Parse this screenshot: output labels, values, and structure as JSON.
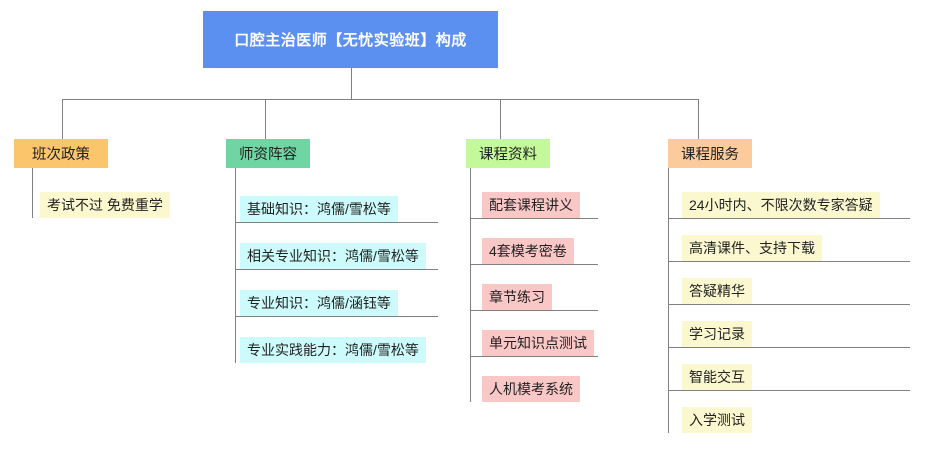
{
  "diagram": {
    "type": "organization-tree",
    "root": {
      "label": "口腔主治医师【无忧实验班】构成",
      "bg_color": "#5b8ff0",
      "text_color": "#ffffff"
    },
    "connector_color": "#808080",
    "branches": [
      {
        "label": "班次政策",
        "bg_color": "#fbc56c",
        "items": [
          {
            "label": "考试不过 免费重学",
            "bg_color": "#fbf8cf"
          }
        ]
      },
      {
        "label": "师资阵容",
        "bg_color": "#6fd6a3",
        "items": [
          {
            "label": "基础知识：鸿儒/雪松等",
            "bg_color": "#cdfbfb"
          },
          {
            "label": "相关专业知识：鸿儒/雪松等",
            "bg_color": "#cdfbfb"
          },
          {
            "label": "专业知识：鸿儒/涵钰等",
            "bg_color": "#cdfbfb"
          },
          {
            "label": "专业实践能力：鸿儒/雪松等",
            "bg_color": "#cdfbfb"
          }
        ]
      },
      {
        "label": "课程资料",
        "bg_color": "#c3f99a",
        "items": [
          {
            "label": "配套课程讲义",
            "bg_color": "#fac7c7"
          },
          {
            "label": "4套模考密卷",
            "bg_color": "#fac7c7"
          },
          {
            "label": "章节练习",
            "bg_color": "#fac7c7"
          },
          {
            "label": "单元知识点测试",
            "bg_color": "#fac7c7"
          },
          {
            "label": "人机模考系统",
            "bg_color": "#fac7c7"
          }
        ]
      },
      {
        "label": "课程服务",
        "bg_color": "#fbcb9c",
        "items": [
          {
            "label": "24小时内、不限次数专家答疑",
            "bg_color": "#fbf8cf"
          },
          {
            "label": "高清课件、支持下载",
            "bg_color": "#fbf8cf"
          },
          {
            "label": "答疑精华",
            "bg_color": "#fbf8cf"
          },
          {
            "label": "学习记录",
            "bg_color": "#fbf8cf"
          },
          {
            "label": "智能交互",
            "bg_color": "#fbf8cf"
          },
          {
            "label": "入学测试",
            "bg_color": "#fbf8cf"
          }
        ]
      }
    ]
  }
}
